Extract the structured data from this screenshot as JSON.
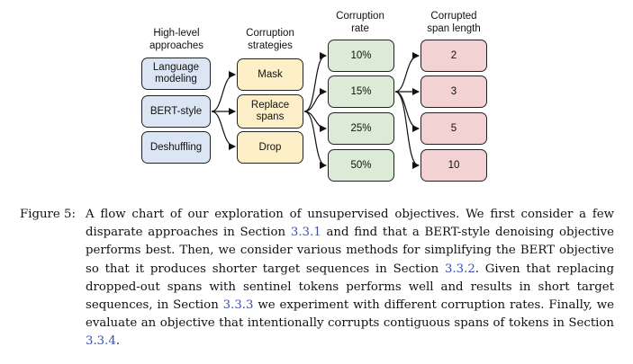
{
  "diagram": {
    "headers": {
      "approaches": "High-level\napproaches",
      "strategies": "Corruption\nstrategies",
      "rate": "Corruption\nrate",
      "span": "Corrupted\nspan length"
    },
    "approaches": [
      "Language\nmodeling",
      "BERT-style",
      "Deshuffling"
    ],
    "strategies": [
      "Mask",
      "Replace\nspans",
      "Drop"
    ],
    "rates": [
      "10%",
      "15%",
      "25%",
      "50%"
    ],
    "span_lengths": [
      "2",
      "3",
      "5",
      "10"
    ],
    "colors": {
      "approaches": "#dbe5f3",
      "strategies": "#fdf0c8",
      "rates": "#dcebd7",
      "span_lengths": "#f3d2d3"
    }
  },
  "caption": {
    "label": "Figure 5:",
    "text_1": "A flow chart of our exploration of unsupervised objectives. We first consider a few disparate approaches in Section ",
    "ref_1": "3.3.1",
    "text_2": " and find that a BERT-style denoising objective performs best. Then, we consider various methods for simplifying the BERT objective so that it produces shorter target sequences in Section ",
    "ref_2": "3.3.2",
    "text_3": ". Given that replacing dropped-out spans with sentinel tokens performs well and results in short target sequences, in Section ",
    "ref_3": "3.3.3",
    "text_4": " we experiment with different corruption rates. Finally, we evaluate an objective that intentionally corrupts contiguous spans of tokens in Section ",
    "ref_4": "3.3.4",
    "text_5": "."
  }
}
